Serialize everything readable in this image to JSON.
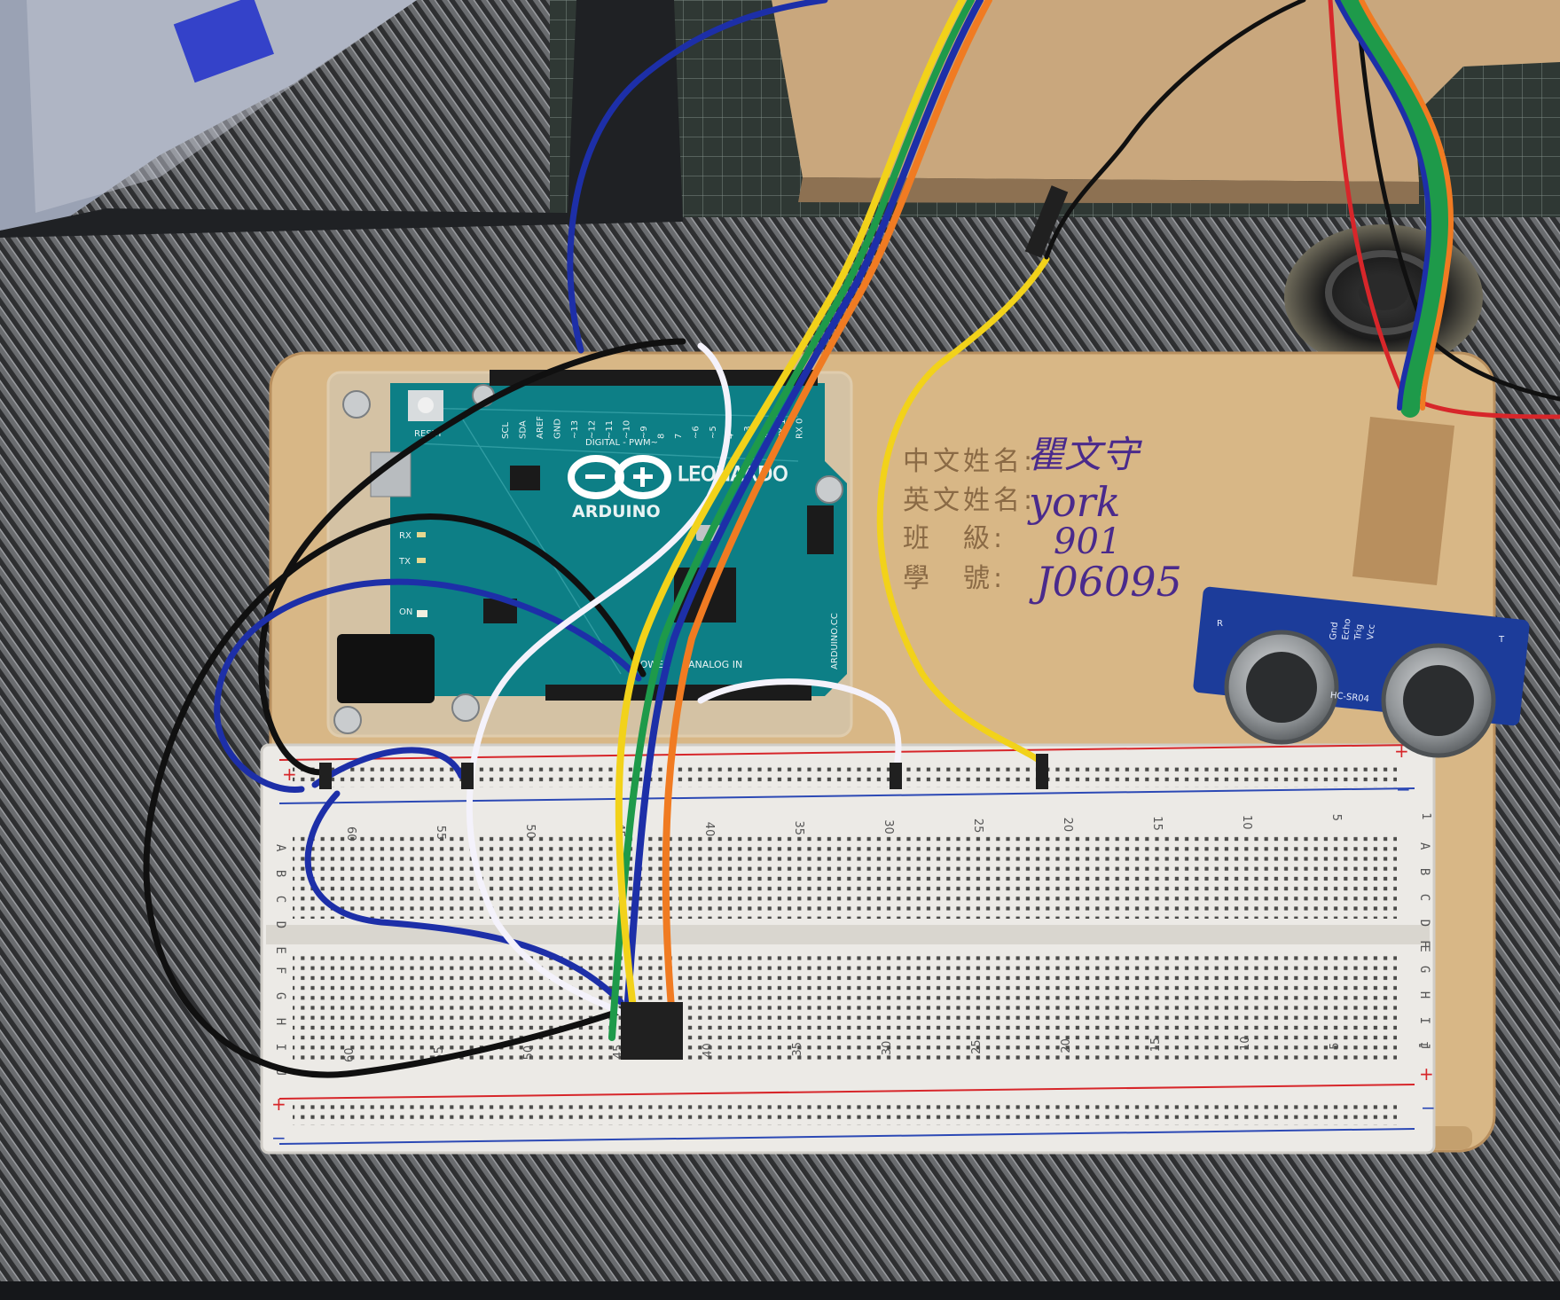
{
  "arduino": {
    "brand": "ARDUINO",
    "model": "LEONARDO",
    "reset_label": "RESET",
    "digital_label": "DIGITAL - PWM~",
    "analog_label": "ANALOG IN",
    "power_label": "POWER",
    "rx_label": "RX",
    "tx_label": "TX",
    "on_label": "ON",
    "website": "ARDUINO.CC",
    "pin_labels": [
      "SCL",
      "SDA",
      "AREF",
      "GND",
      "~13",
      "~12",
      "~11",
      "~10",
      "~9",
      "8",
      "7",
      "~6",
      "~5",
      "4",
      "~3",
      "2",
      "TX 1",
      "RX 0"
    ]
  },
  "plate": {
    "chinese_name_label": "中文姓名:",
    "english_name_label": "英文姓名:",
    "class_label": "班　級:",
    "student_id_label": "學　號:",
    "chinese_name_value": "瞿文守",
    "english_name_value": "york",
    "class_value": "901",
    "student_id_value": "J06095"
  },
  "breadboard": {
    "plus": "+",
    "minus": "−",
    "letters_top": "A B C D E",
    "letters_bottom": "F G H I J",
    "column_numbers": [
      "60",
      "55",
      "50",
      "45",
      "40",
      "35",
      "30",
      "25",
      "20",
      "15",
      "10",
      "5",
      "1"
    ]
  },
  "sensor": {
    "model": "HC-SR04",
    "left_label": "R",
    "right_label": "T",
    "pin_labels": [
      "Vcc",
      "Trig",
      "Echo",
      "Gnd"
    ]
  },
  "colors": {
    "board_teal": "#0d7f86",
    "plate_wood": "#d9b98a",
    "breadboard": "#eceae6",
    "wire_blue": "#1d2fa8",
    "wire_black": "#101010",
    "wire_white": "#f4f2fb",
    "wire_yellow": "#f2d21a",
    "wire_green": "#1e9a4a",
    "wire_orange": "#f07b22",
    "wire_red": "#d7262a",
    "sensor_blue": "#1c3c9a"
  }
}
